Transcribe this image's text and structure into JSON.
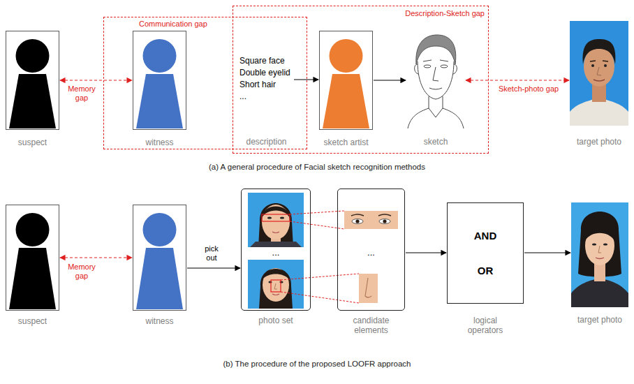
{
  "diagram": {
    "nodes": [
      {
        "text": [
          "suspect"
        ]
      },
      {
        "text": [
          "Communication gap"
        ]
      },
      {
        "text": [
          "witness"
        ]
      },
      {
        "text": [
          "Description-Sketch gap"
        ]
      },
      {
        "text": [
          "Square face",
          "Double eyelid",
          "Short hair",
          "...",
          "description"
        ]
      },
      {
        "text": [
          "sketch artist"
        ]
      },
      {
        "text": [
          "sketch"
        ]
      },
      {
        "text": [
          "target photo"
        ]
      },
      {
        "text": [
          "suspect"
        ]
      },
      {
        "text": [
          "witness"
        ]
      },
      {
        "text": [
          "...",
          "photo set"
        ]
      },
      {
        "text": [
          "...",
          "candidate elements"
        ]
      },
      {
        "text": [
          "AND",
          "OR",
          "logical operators"
        ]
      },
      {
        "text": [
          "target photo"
        ]
      }
    ],
    "edges": [
      {
        "from": 0,
        "to": 2,
        "arrow": "both",
        "label": "Memory gap"
      },
      {
        "from": 4,
        "to": 5,
        "arrow": "to"
      },
      {
        "from": 5,
        "to": 6,
        "arrow": "to"
      },
      {
        "from": 6,
        "to": 7,
        "arrow": "both",
        "label": "Sketch-photo gap"
      },
      {
        "from": 8,
        "to": 9,
        "arrow": "both",
        "label": "Memory gap"
      },
      {
        "from": 9,
        "to": 10,
        "arrow": "to",
        "label": "pick out"
      },
      {
        "from": 11,
        "to": 12,
        "arrow": "to"
      },
      {
        "from": 12,
        "to": 13,
        "arrow": "to"
      }
    ],
    "labels": [
      "(a) A general procedure of Facial sketch recognition methods",
      "(b) The procedure of the proposed LOOFR approach"
    ]
  }
}
